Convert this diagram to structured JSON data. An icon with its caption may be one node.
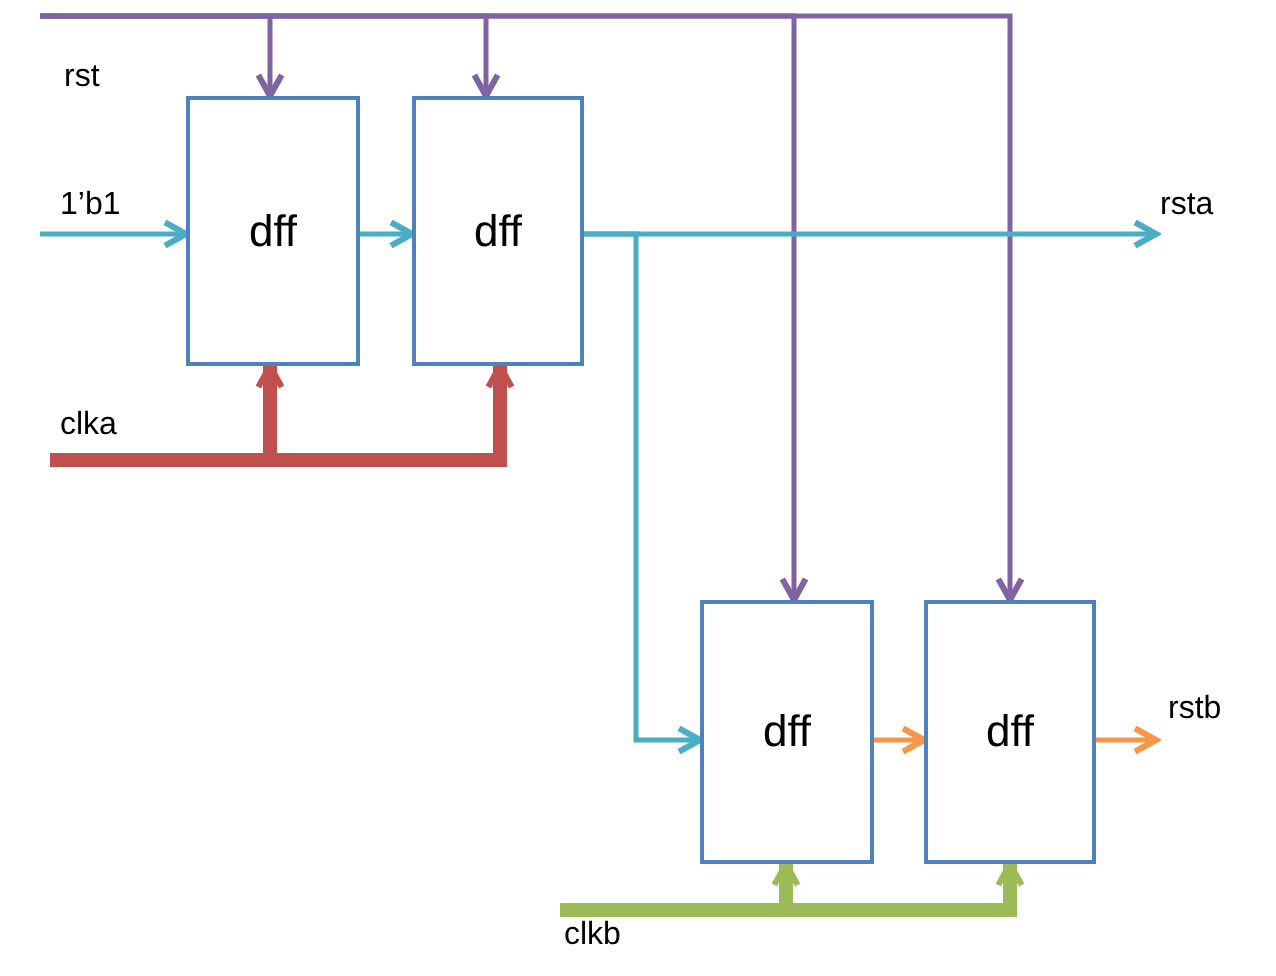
{
  "diagram": {
    "nodes": [
      {
        "text": [
          "rst"
        ]
      },
      {
        "text": [
          "dff"
        ]
      },
      {
        "text": [
          "dff"
        ]
      },
      {
        "text": [
          "1’b1"
        ]
      },
      {
        "text": [
          "clka"
        ]
      },
      {
        "text": [
          "rsta"
        ]
      },
      {
        "text": [
          "dff"
        ]
      },
      {
        "text": [
          "dff"
        ]
      },
      {
        "text": [
          "rstb"
        ]
      },
      {
        "text": [
          "clkb"
        ]
      }
    ],
    "edges": [
      {
        "from": 0,
        "to": 1,
        "arrow": "to",
        "color": "#8064a2"
      },
      {
        "from": 0,
        "to": 2,
        "arrow": "to",
        "color": "#8064a2"
      },
      {
        "from": 0,
        "to": 6,
        "arrow": "to",
        "color": "#8064a2"
      },
      {
        "from": 0,
        "to": 7,
        "arrow": "to",
        "color": "#8064a2"
      },
      {
        "from": 3,
        "to": 1,
        "arrow": "to",
        "color": "#4bacc6"
      },
      {
        "from": 1,
        "to": 2,
        "arrow": "to",
        "color": "#4bacc6"
      },
      {
        "from": 2,
        "to": 5,
        "arrow": "to",
        "color": "#4bacc6"
      },
      {
        "from": 2,
        "to": 6,
        "arrow": "to",
        "color": "#4bacc6"
      },
      {
        "from": 6,
        "to": 7,
        "arrow": "to",
        "color": "#f79646"
      },
      {
        "from": 7,
        "to": 8,
        "arrow": "to",
        "color": "#f79646"
      },
      {
        "from": 4,
        "to": 1,
        "arrow": "to",
        "style": "thick",
        "color": "#c0504d"
      },
      {
        "from": 4,
        "to": 2,
        "arrow": "to",
        "style": "thick",
        "color": "#c0504d"
      },
      {
        "from": 9,
        "to": 6,
        "arrow": "to",
        "style": "thick",
        "color": "#9bbb59"
      },
      {
        "from": 9,
        "to": 7,
        "arrow": "to",
        "style": "thick",
        "color": "#9bbb59"
      }
    ]
  }
}
